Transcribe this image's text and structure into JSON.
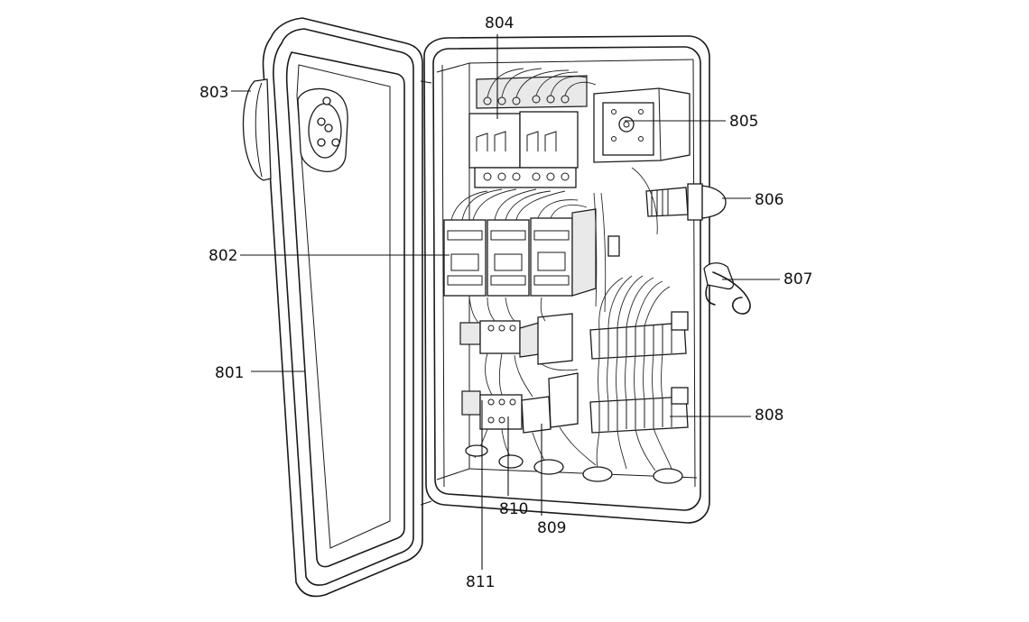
{
  "labels": {
    "l801": "801",
    "l802": "802",
    "l803": "803",
    "l804": "804",
    "l805": "805",
    "l806": "806",
    "l807": "807",
    "l808": "808",
    "l809": "809",
    "l810": "810",
    "l811": "811"
  }
}
